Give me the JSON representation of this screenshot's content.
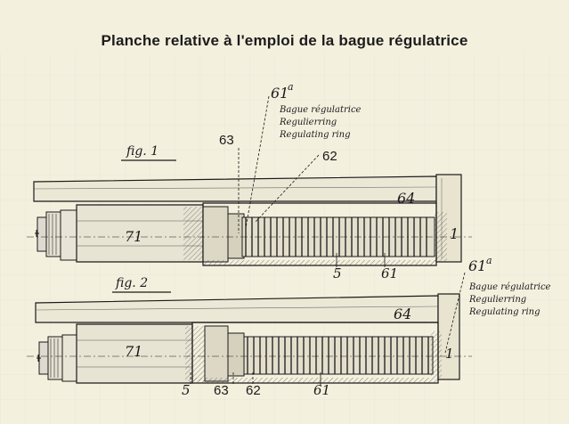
{
  "title": "Planche relative à l'emploi de la bague régulatrice",
  "figures": [
    {
      "label": "fig. 1",
      "callouts": [
        "63",
        "61",
        "a",
        "62",
        "64",
        "71",
        "1",
        "5",
        "61"
      ],
      "caption_lines": [
        "Bague régulatrice",
        "Regulierring",
        "Regulating ring"
      ]
    },
    {
      "label": "fig. 2",
      "callouts": [
        "64",
        "71",
        "5",
        "63",
        "62",
        "61",
        "61",
        "a",
        "1"
      ],
      "caption_lines": [
        "Bague régulatrice",
        "Regulierring",
        "Regulating ring"
      ]
    }
  ],
  "colors": {
    "paper": "#f4f0de",
    "ink": "#1a1a1a",
    "grid": "#b9c7cc"
  }
}
